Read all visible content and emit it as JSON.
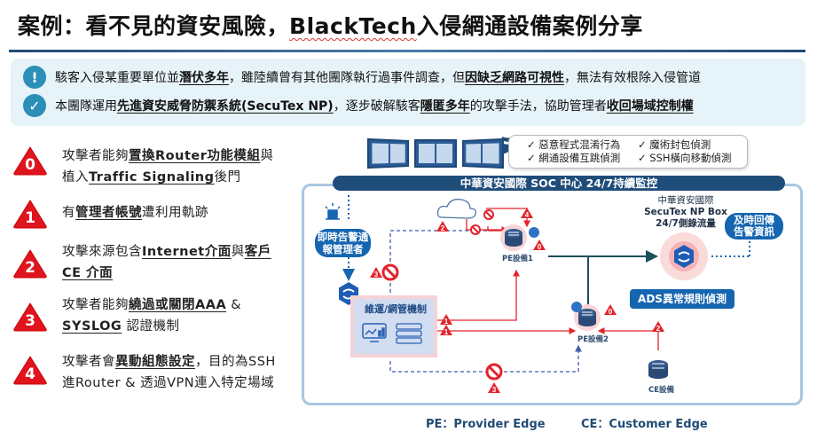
{
  "title": {
    "prefix": "案例：看不見的資安風險，",
    "brand": "BlackTech",
    "suffix": "入侵網通設備案例分享"
  },
  "banner": {
    "row1": {
      "icon": "exclamation-icon",
      "icon_glyph": "!",
      "parts": [
        {
          "text": "駭客入侵某重要單位並",
          "emphasis": false
        },
        {
          "text": "潛伏多年",
          "emphasis": true
        },
        {
          "text": "，雖陸續曾有其他團隊執行過事件調查，但",
          "emphasis": false
        },
        {
          "text": "因缺乏網路可視性",
          "emphasis": true
        },
        {
          "text": "，無法有效根除入侵管道",
          "emphasis": false
        }
      ]
    },
    "row2": {
      "icon": "check-circle-icon",
      "icon_glyph": "✓",
      "parts": [
        {
          "text": "本團隊運用",
          "emphasis": false
        },
        {
          "text": "先進資安威脅防禦系統(SecuTex NP)",
          "emphasis": true
        },
        {
          "text": "，逐步破解駭客",
          "emphasis": false
        },
        {
          "text": "隱匿多年",
          "emphasis": true
        },
        {
          "text": "的攻擊手法，協助管理者",
          "emphasis": false
        },
        {
          "text": "收回場域控制權",
          "emphasis": true
        }
      ]
    }
  },
  "attack_steps": [
    {
      "number": "0",
      "parts": [
        {
          "text": "攻擊者能夠",
          "emphasis": false
        },
        {
          "text": "置換Router功能模組",
          "emphasis": true
        },
        {
          "text": "與植入",
          "emphasis": false
        },
        {
          "text": "Traffic Signaling",
          "emphasis": true
        },
        {
          "text": "後門",
          "emphasis": false
        }
      ]
    },
    {
      "number": "1",
      "parts": [
        {
          "text": "有",
          "emphasis": false
        },
        {
          "text": "管理者帳號",
          "emphasis": true
        },
        {
          "text": "遭利用軌跡",
          "emphasis": false
        }
      ]
    },
    {
      "number": "2",
      "parts": [
        {
          "text": "攻擊來源包含",
          "emphasis": false
        },
        {
          "text": "Internet介面",
          "emphasis": true
        },
        {
          "text": "與",
          "emphasis": false
        },
        {
          "text": "客戶CE 介面",
          "emphasis": true
        }
      ]
    },
    {
      "number": "3",
      "parts": [
        {
          "text": "攻擊者能夠",
          "emphasis": false
        },
        {
          "text": "繞過或關閉AAA",
          "emphasis": true
        },
        {
          "text": " & ",
          "emphasis": false
        },
        {
          "text": "SYSLOG",
          "emphasis": true
        },
        {
          "text": " 認證機制",
          "emphasis": false
        }
      ]
    },
    {
      "number": "4",
      "parts": [
        {
          "text": "攻擊者會",
          "emphasis": false
        },
        {
          "text": "異動組態設定",
          "emphasis": true
        },
        {
          "text": "，目的為SSH進Router & 透過VPN連入特定場域",
          "emphasis": false
        }
      ]
    }
  ],
  "diagram": {
    "detections": [
      "✓ 惡意程式混淆行為",
      "✓ 魔術封包偵測",
      "✓ 網通設備互跳偵測",
      "✓ SSH橫向移動偵測"
    ],
    "soc_banner": "中華資安國際 SOC 中心 24/7持續監控",
    "alert_admin": "即時告警通報管理者",
    "alert_admin_lines": [
      "即時告警通",
      "報管理者"
    ],
    "return_alert_lines": [
      "及時回傳",
      "告警資訊"
    ],
    "secutex_box": {
      "line1": "中華資安國際",
      "line2": "SecuTex NP Box",
      "line3": "24/7側錄流量"
    },
    "ads_label": "ADS異常規則偵測",
    "mgmt_label": "維運/網管機制",
    "pe1_label": "PE設備1",
    "pe2_label": "PE設備2",
    "ce_label": "CE設備",
    "colors": {
      "attack": "#e3232b",
      "monitor_line": "#1e4f5a",
      "dashed": "#3f5ea8",
      "pill": "#1565b0",
      "frame": "#a8c6e2"
    }
  },
  "legend": {
    "pe": "PE：Provider Edge",
    "ce": "CE：Customer Edge"
  }
}
